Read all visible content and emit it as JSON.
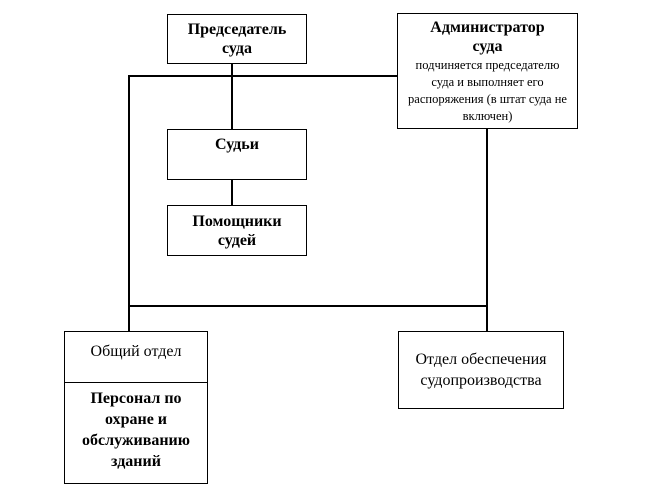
{
  "diagram": {
    "nodes": {
      "chairman": {
        "title": "Председатель суда"
      },
      "administrator": {
        "title": "Администратор суда",
        "note": "подчиняется председателю суда и выполняет его распоряжения (в штат суда не включен)"
      },
      "judges": {
        "title": "Судьи"
      },
      "assistants": {
        "title": "Помощники судей"
      },
      "general_department": {
        "title": "Общий отдел",
        "subsection": "Персонал по охране и обслуживанию зданий"
      },
      "support_department": {
        "title": "Отдел обеспечения судопроизводства"
      }
    },
    "edges": [
      {
        "from": "chairman",
        "to": "judges"
      },
      {
        "from": "judges",
        "to": "assistants"
      },
      {
        "from": "chairman",
        "to": "administrator"
      },
      {
        "from": "chairman",
        "to": "general_department"
      },
      {
        "from": "administrator",
        "to": "support_department"
      },
      {
        "from": "general_department",
        "to": "support_department"
      }
    ],
    "line_color": "#000000",
    "background": "#ffffff"
  }
}
